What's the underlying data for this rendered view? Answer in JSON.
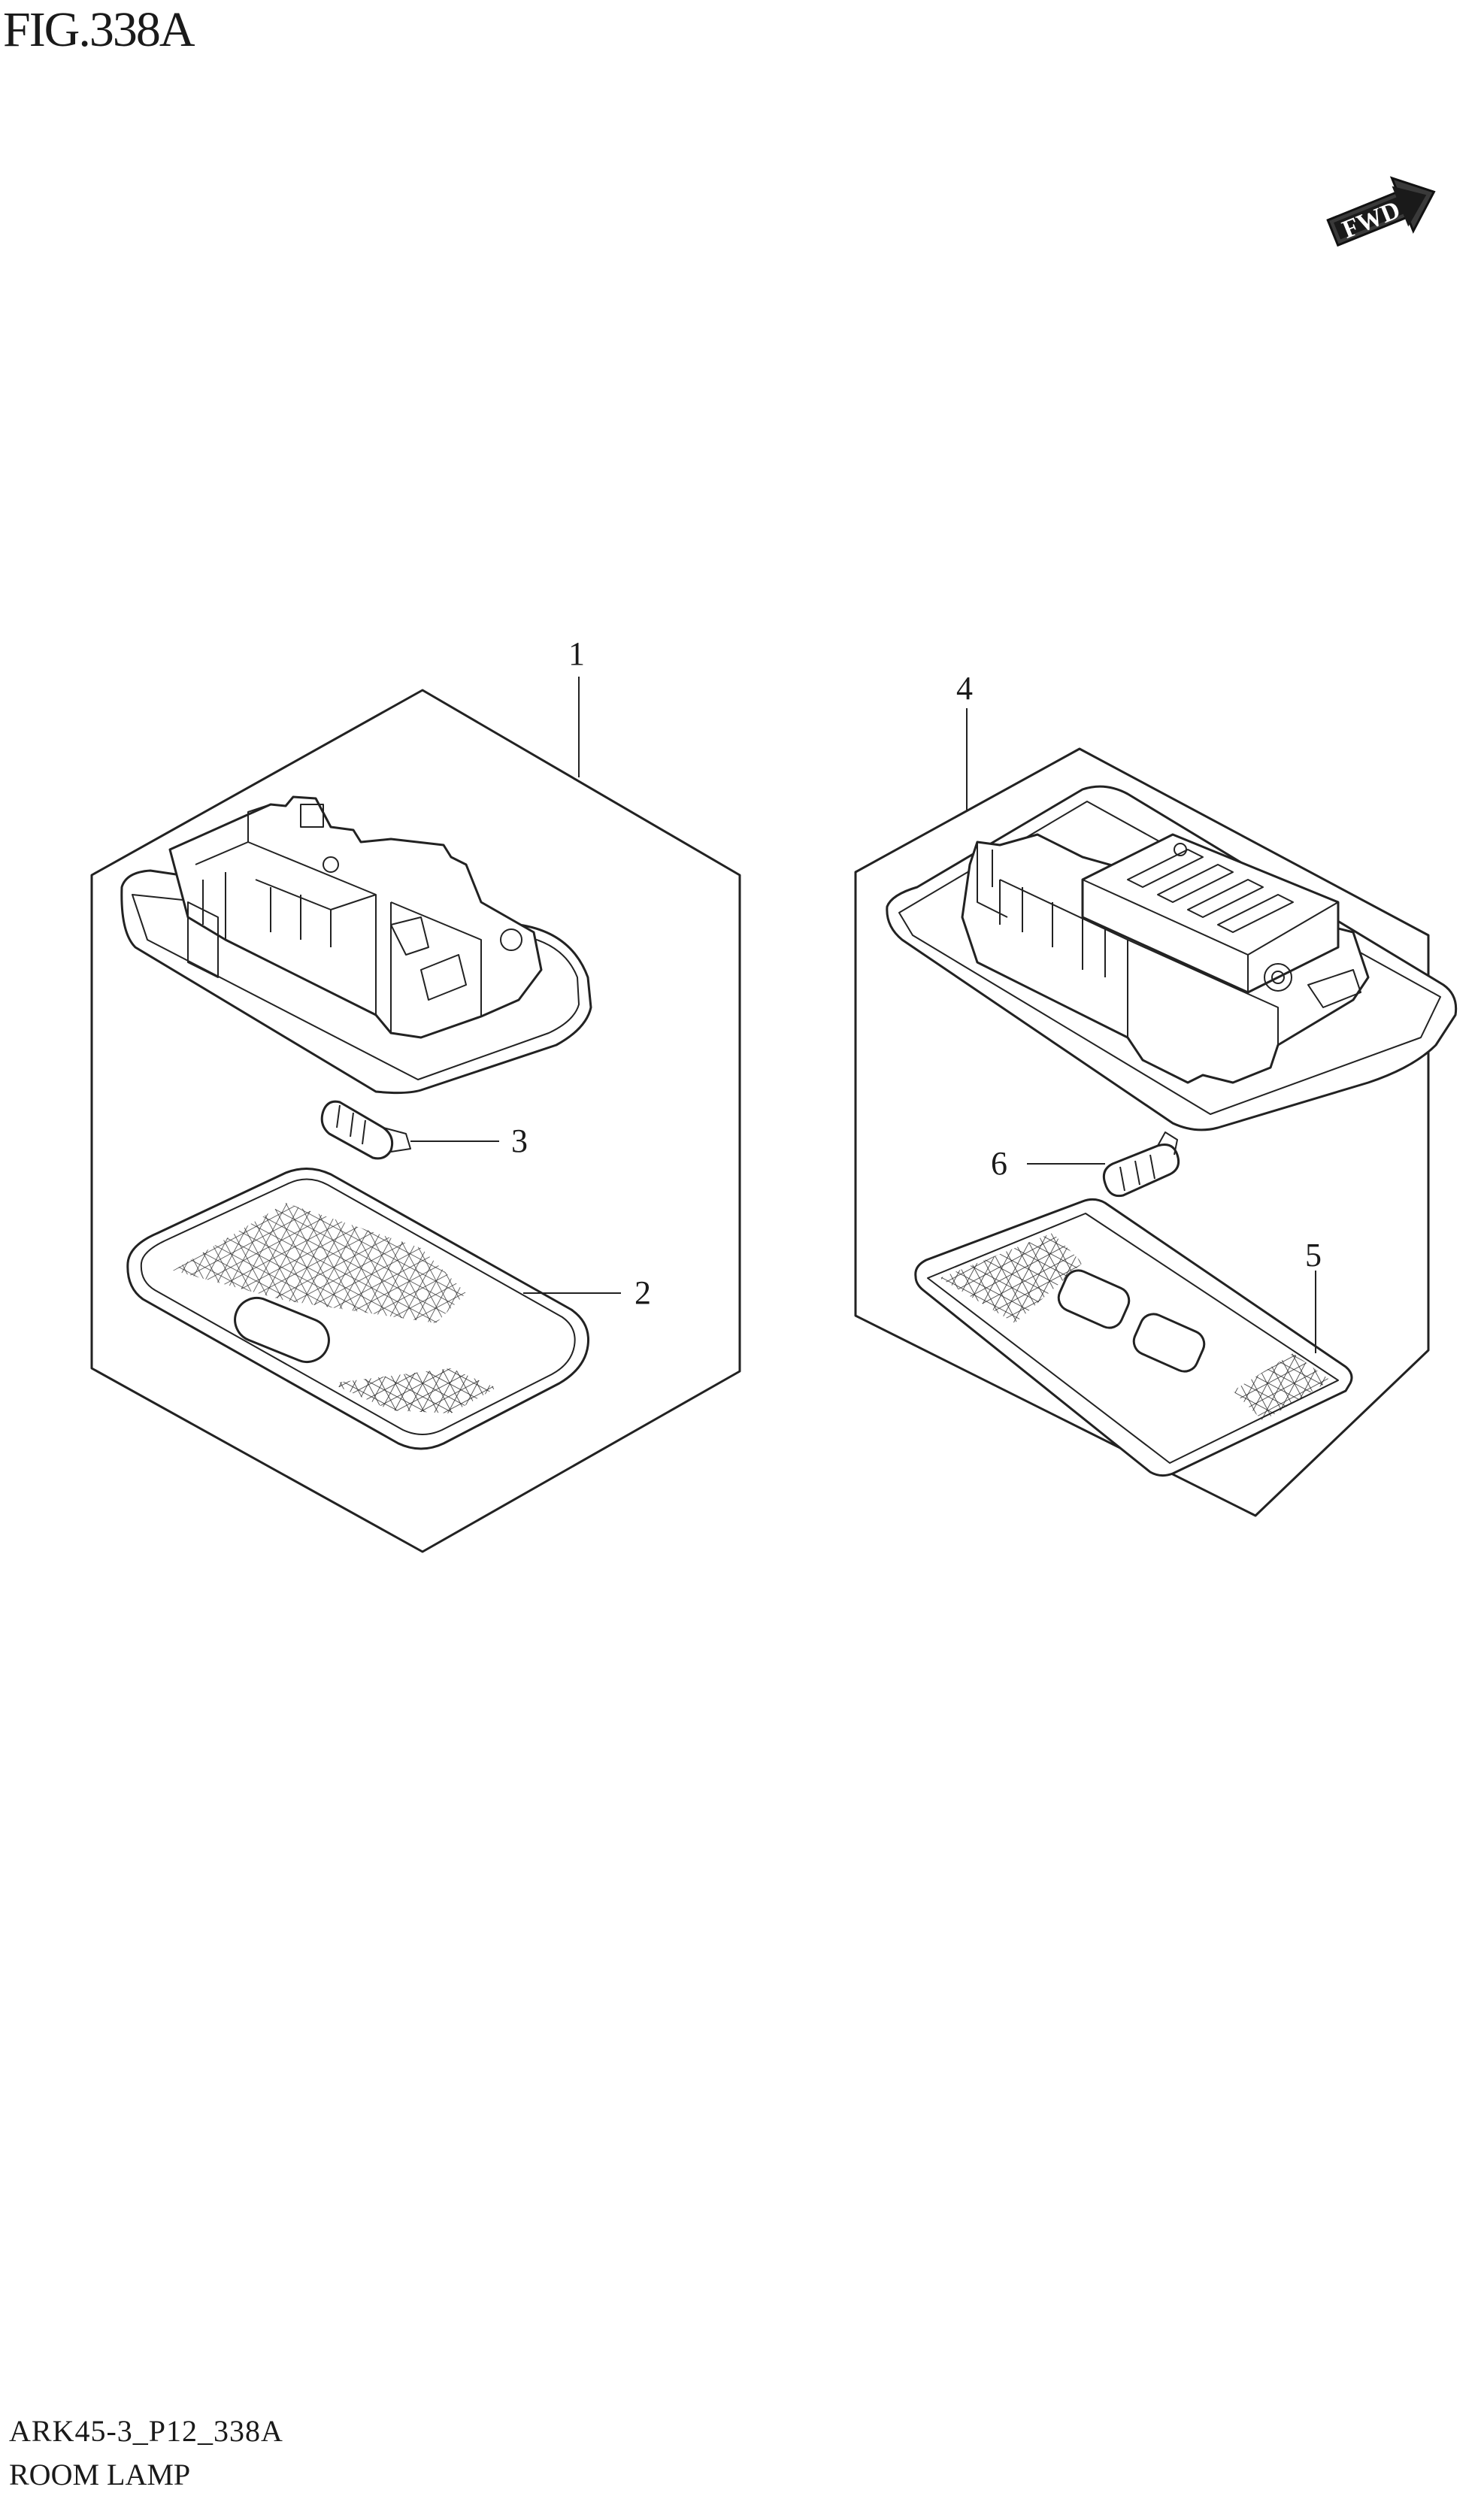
{
  "figure": {
    "title": "FIG.338A",
    "code": "ARK45-3_P12_338A",
    "name": "ROOM LAMP"
  },
  "direction_badge": {
    "label": "FWD",
    "icon": "fwd-arrow-icon"
  },
  "callouts": [
    {
      "number": "1"
    },
    {
      "number": "2"
    },
    {
      "number": "3"
    },
    {
      "number": "4"
    },
    {
      "number": "5"
    },
    {
      "number": "6"
    }
  ]
}
